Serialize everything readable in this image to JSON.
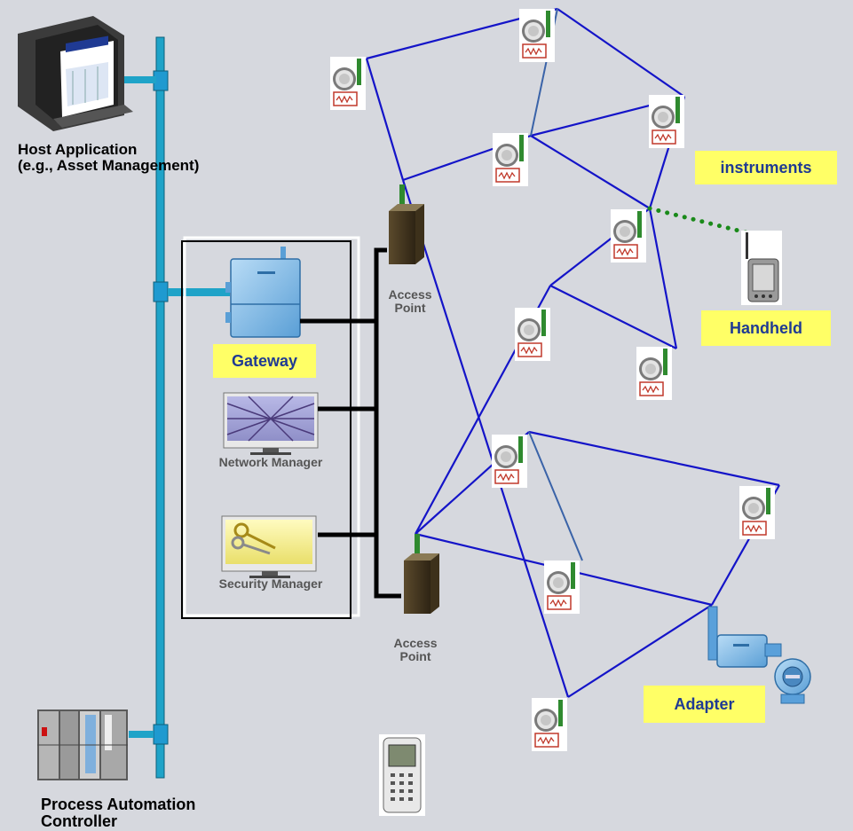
{
  "labels": {
    "host_line1": "Host Application",
    "host_line2": "(e.g., Asset Management)",
    "gateway": "Gateway",
    "network_manager": "Network Manager",
    "security_manager": "Security Manager",
    "access_point_1_line1": "Access",
    "access_point_1_line2": "Point",
    "access_point_2_line1": "Access",
    "access_point_2_line2": "Point",
    "instruments": "instruments",
    "handheld": "Handheld",
    "adapter": "Adapter",
    "controller_line1": "Process Automation",
    "controller_line2": "Controller"
  },
  "colors": {
    "background": "#d6d8de",
    "mesh_link": "#1414c8",
    "backbone": "#1fa3c8",
    "label_box": "#ffff66",
    "label_text": "#1f3a93",
    "handheld_link": "#1a8a1a"
  },
  "icons": {
    "instrument": "wireless-transmitter-icon",
    "access_point": "access-point-icon",
    "gateway": "gateway-icon",
    "host": "computer-monitor-icon",
    "controller": "plc-controller-icon",
    "handheld": "pda-handheld-icon",
    "communicator": "field-communicator-icon",
    "adapter": "wireless-adapter-icon"
  }
}
